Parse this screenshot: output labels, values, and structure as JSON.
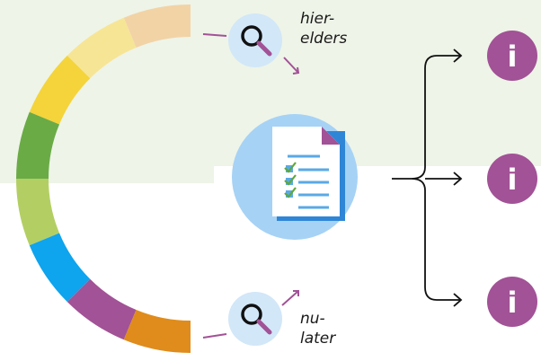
{
  "palette": {
    "panel_bg": "#eef4e8",
    "arc_segments": [
      "#f2d3a6",
      "#f7e596",
      "#f4d43a",
      "#6aab46",
      "#b3cf63",
      "#0ea4ee",
      "#a25296",
      "#df8c1c"
    ],
    "magnifier_fill": "#d2e7f8",
    "magnifier_handle": "#a25296",
    "big_circle": "#a6d2f5",
    "doc_line": "#5aa9e6",
    "doc_corner": "#a25296",
    "check": "#5fa83a",
    "arrow": "#a25296",
    "brace": "#111111",
    "info_badge": "#a25296"
  },
  "top_note": {
    "icon": "magnifier-icon",
    "line1": "hier-",
    "line2": "elders"
  },
  "bottom_note": {
    "icon": "magnifier-icon",
    "line1": "nu-",
    "line2": "later"
  },
  "center_icon": "checklist-document-icon",
  "outputs": [
    {
      "icon": "info-icon",
      "symbol": "i"
    },
    {
      "icon": "info-icon",
      "symbol": "i"
    },
    {
      "icon": "info-icon",
      "symbol": "i"
    }
  ]
}
